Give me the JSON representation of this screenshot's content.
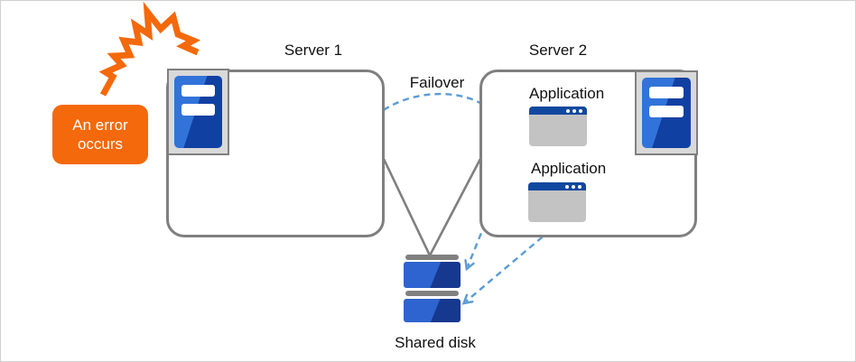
{
  "badge": {
    "text": "An error occurs"
  },
  "servers": [
    {
      "label": "Server 1"
    },
    {
      "label": "Server 2"
    }
  ],
  "failover": {
    "label": "Failover"
  },
  "applications": [
    {
      "label": "Application"
    },
    {
      "label": "Application"
    }
  ],
  "shared_disk": {
    "label": "Shared disk"
  },
  "icons": {
    "error": "error-burst-icon",
    "server": "server-tower-icon",
    "application": "application-window-icon",
    "disk": "shared-disk-icon",
    "failover": "failover-dashed-arrow",
    "disk_access": "disk-access-dashed-arrow"
  },
  "colors": {
    "accent_orange": "#F4690B",
    "box_border_gray": "#7F7F7F",
    "connector_gray": "#7F7F7F",
    "arrow_blue": "#5B9BD5",
    "server_blue_light": "#3273D9",
    "server_blue_dark": "#1140A3",
    "titlebar_navy": "#11489F",
    "window_body_gray": "#C3C3C3",
    "frame_fill_gray": "#D9D9D9",
    "disk_cap_gray": "#808080",
    "disk_blue_light": "#2E64CF",
    "disk_blue_dark": "#17388F"
  }
}
